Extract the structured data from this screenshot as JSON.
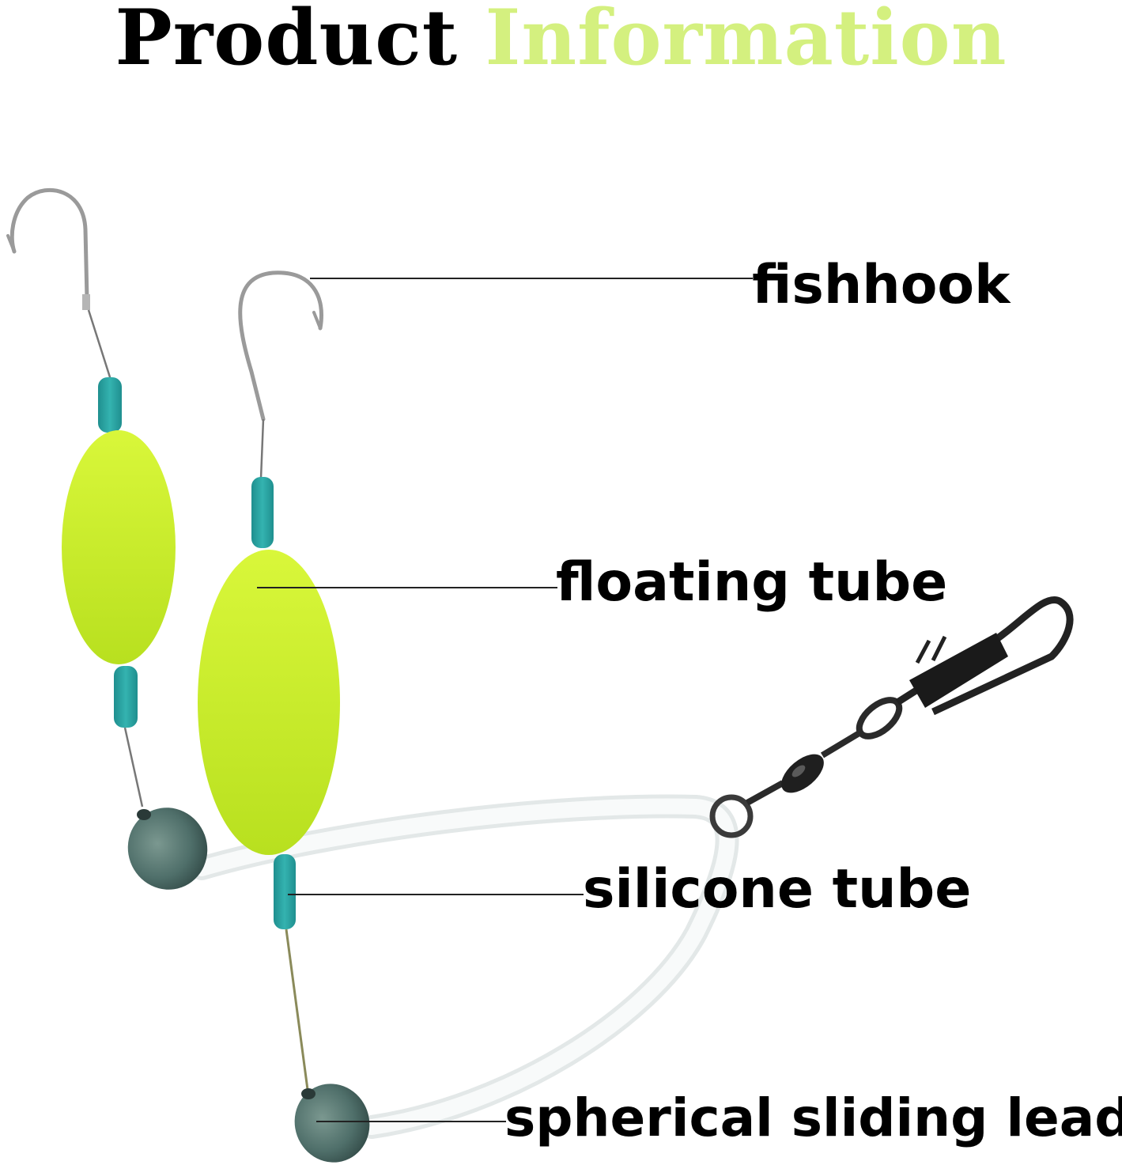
{
  "title": {
    "word1": "Product",
    "word2": "Information",
    "color_word1": "#000000",
    "color_word2": "#d4f07f"
  },
  "labels": {
    "fishhook": "fishhook",
    "floating_tube": "floating tube",
    "silicone_tube": "silicone tube",
    "lead": "spherical sliding lead"
  },
  "colors": {
    "float": "#c9ee2c",
    "bead": "#2aa3a3",
    "lead": "#4f6f6a",
    "hook": "#9a9a9a",
    "tube": "#eef1f1"
  }
}
